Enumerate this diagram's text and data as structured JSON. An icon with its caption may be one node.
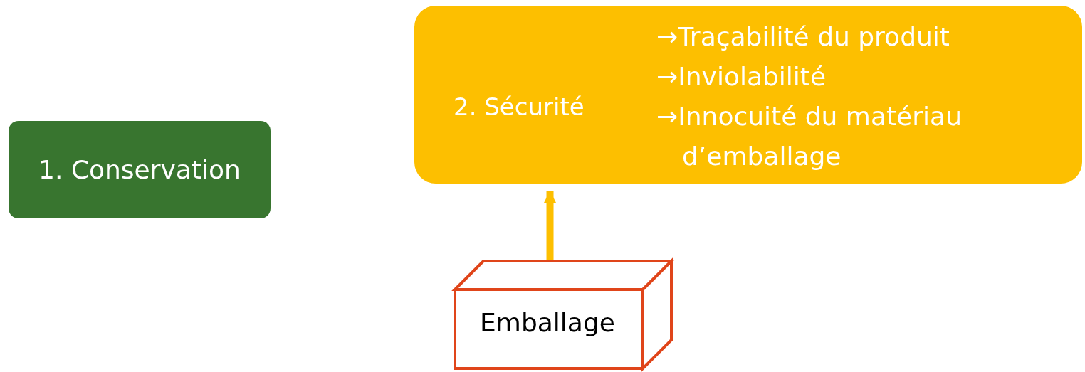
{
  "diagram": {
    "nodes": [
      {
        "text": [
          "1. Conservation"
        ]
      },
      {
        "text": [
          "2. Sécurité",
          "→Traçabilité du produit",
          "→Inviolabilité",
          "→Innocuité du matériau d’emballage"
        ]
      },
      {
        "text": [
          "Emballage"
        ]
      }
    ],
    "edges": [
      {
        "from": 2,
        "to": 1,
        "arrow": "to",
        "color": "#fdbf00"
      }
    ]
  }
}
